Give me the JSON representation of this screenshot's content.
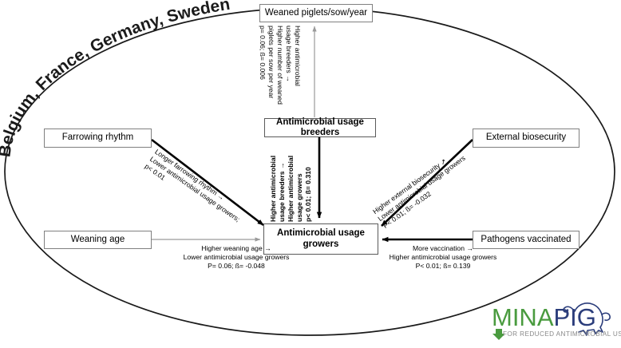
{
  "diagram": {
    "title": "Belgium, France, Germany, Sweden",
    "nodes": {
      "weaned_piglets": "Weaned piglets/sow/year",
      "amu_breeders": "Antimicrobial usage breeders",
      "amu_growers_line1": "Antimicrobial usage",
      "amu_growers_line2": "growers",
      "farrowing_rhythm": "Farrowing rhythm",
      "external_biosecurity": "External biosecurity",
      "weaning_age": "Weaning age",
      "pathogens_vaccinated": "Pathogens vaccinated"
    },
    "edges": {
      "breeders_to_weaned": {
        "line1": "Higher antimicrobial",
        "line2": "usage breeders →",
        "line3": "Higher number of weaned",
        "line4": "piglets per sow per year",
        "line5": "p= 0.06; ß= 0.006"
      },
      "breeders_to_growers": {
        "line1": "Higher antimicrobial",
        "line2": "usage breeders →",
        "line3": "Higher antimicrobial",
        "line4": "usage growers",
        "line5": "p< 0.01; ß= 0.310"
      },
      "farrowing_to_growers": {
        "line1": "Longer farrowing rhythm →",
        "line2": "Lower antimicrobial usage growers;",
        "line3": "p< 0.01"
      },
      "biosecurity_to_growers": {
        "line1": "Higher external biosecurity ↗",
        "line2": "Lower antimicrobial usage growers",
        "line3": "P< 0.01; ß= -0.032"
      },
      "weaning_to_growers": {
        "line1": "Higher weaning age →",
        "line2": "Lower antimicrobial usage growers",
        "line3": "P= 0.06; ß= -0.048"
      },
      "pathogens_to_growers": {
        "line1": "More vaccination →",
        "line2": "Higher antimicrobial usage growers",
        "line3": "P< 0.01; ß= 0.139"
      }
    },
    "logo": {
      "word_green": "MINA",
      "word_blue": "PIG",
      "tagline": "FOR REDUCED ANTIMICROBIAL USE",
      "colors": {
        "green": "#4a9b3f",
        "blue": "#2b3d7b",
        "tagline_gray": "#8a8a8a"
      }
    },
    "colors": {
      "strong_edge": "#000000",
      "weak_edge": "#9a9a9a",
      "box_border": "#808080",
      "ellipse": "#1a1a1a"
    }
  }
}
